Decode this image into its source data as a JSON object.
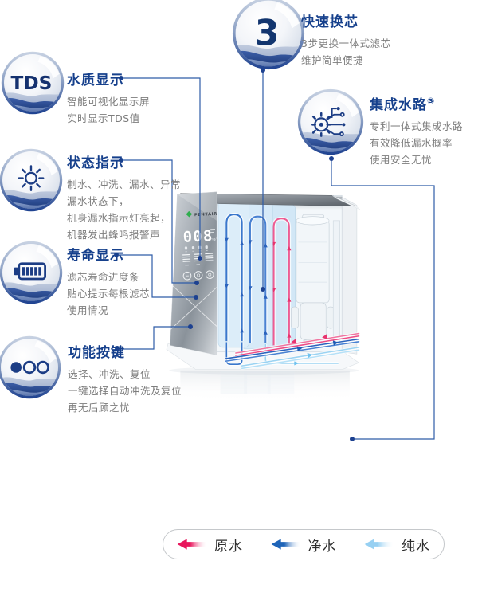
{
  "callouts": [
    {
      "badge": "3",
      "title": "快速换芯",
      "lines": [
        "3步更换一体式滤芯",
        "维护简单便捷"
      ]
    },
    {
      "badge": "TDS",
      "title": "水质显示",
      "lines": [
        "智能可视化显示屏",
        "实时显示TDS值"
      ]
    },
    {
      "icon": "sun-icon",
      "title": "状态指示",
      "lines": [
        "制水、冲洗、漏水、异常",
        "漏水状态下，",
        "机身漏水指示灯亮起，",
        "机器发出蜂鸣报警声"
      ]
    },
    {
      "icon": "battery-icon",
      "title": "寿命显示",
      "lines": [
        "滤芯寿命进度条",
        "贴心提示每根滤芯",
        "使用情况"
      ]
    },
    {
      "icon": "mode-buttons-icon",
      "title": "功能按键",
      "lines": [
        "选择、冲洗、复位",
        "一键选择自动冲洗及复位",
        "再无后顾之忧"
      ]
    },
    {
      "icon": "gear-circuit-icon",
      "title": "集成水路",
      "title_sup": "③",
      "lines": [
        "专利一体式集成水路",
        "有效降低漏水概率",
        "使用安全无忧"
      ]
    }
  ],
  "device": {
    "brand": "PENTAIR",
    "display_value": "008",
    "display_unit": "mg/L"
  },
  "legend": {
    "items": [
      {
        "label": "原水",
        "color": "#e8175d"
      },
      {
        "label": "净水",
        "color": "#1e64b8"
      },
      {
        "label": "纯水",
        "color": "#97d0f2"
      }
    ]
  },
  "colors": {
    "title_navy": "#16408c",
    "connector_blue": "#2e5ca8",
    "body_text_gray": "#7d7d7d"
  }
}
